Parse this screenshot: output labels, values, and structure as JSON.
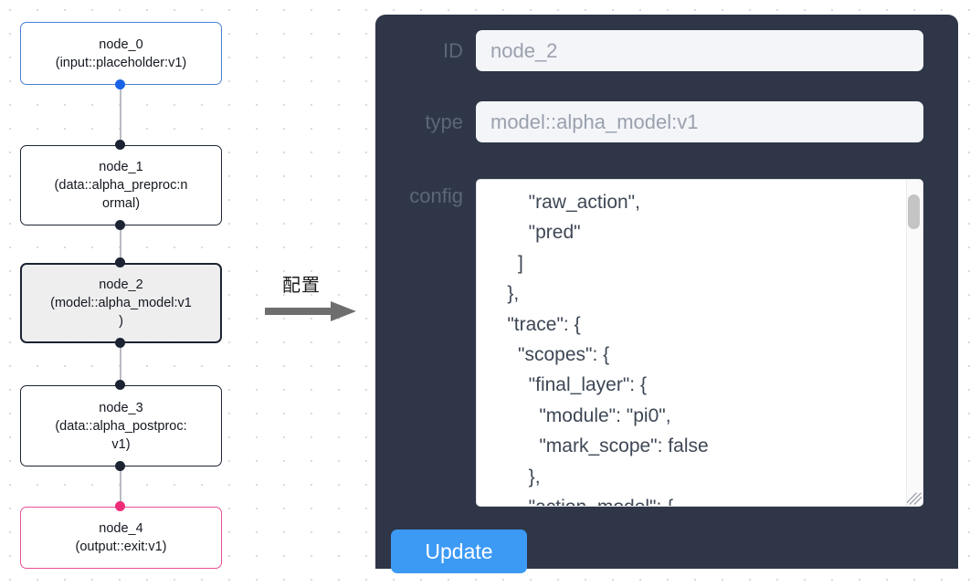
{
  "canvas": {
    "grid": "dotted",
    "background_color": "#ffffff",
    "dot_color": "#d7d8e0"
  },
  "graph": {
    "nodes": [
      {
        "id": "node_0",
        "title": "node_0",
        "subtitle": "(input::placeholder:v1)",
        "border_color": "#4a7fd4",
        "selected": false,
        "port_color": "#1a63e8"
      },
      {
        "id": "node_1",
        "title": "node_1",
        "subtitle": "(data::alpha_preproc:n\normal)",
        "border_color": "#1c2333",
        "selected": false,
        "port_color": "#1c2333"
      },
      {
        "id": "node_2",
        "title": "node_2",
        "subtitle": "(model::alpha_model:v1\n)",
        "border_color": "#1c2333",
        "selected": true,
        "port_color": "#1c2333"
      },
      {
        "id": "node_3",
        "title": "node_3",
        "subtitle": "(data::alpha_postproc:\nv1)",
        "border_color": "#1c2333",
        "selected": false,
        "port_color": "#1c2333"
      },
      {
        "id": "node_4",
        "title": "node_4",
        "subtitle": "(output::exit:v1)",
        "border_color": "#e5509a",
        "selected": false,
        "port_color": "#ec2d7a"
      }
    ]
  },
  "middle": {
    "caption": "配置",
    "arrow_icon": "right-arrow-icon",
    "arrow_color": "#6e6e6e"
  },
  "panel": {
    "background_color": "#2e3647",
    "fields": {
      "id": {
        "label": "ID",
        "value": "node_2",
        "placeholder": "node_2"
      },
      "type": {
        "label": "type",
        "value": "model::alpha_model:v1",
        "placeholder": "model::alpha_model:v1"
      },
      "config": {
        "label": "config",
        "value": "        \"raw_action\",\n        \"pred\"\n      ]\n    },\n    \"trace\": {\n      \"scopes\": {\n        \"final_layer\": {\n          \"module\": \"pi0\",\n          \"mark_scope\": false\n        },\n        \"action_model\": {"
      }
    },
    "update_button": {
      "label": "Update",
      "color": "#3c9af5"
    },
    "scrollbar": {
      "thumb_color": "#c4c4c4",
      "track_color": "#fafafa"
    }
  }
}
